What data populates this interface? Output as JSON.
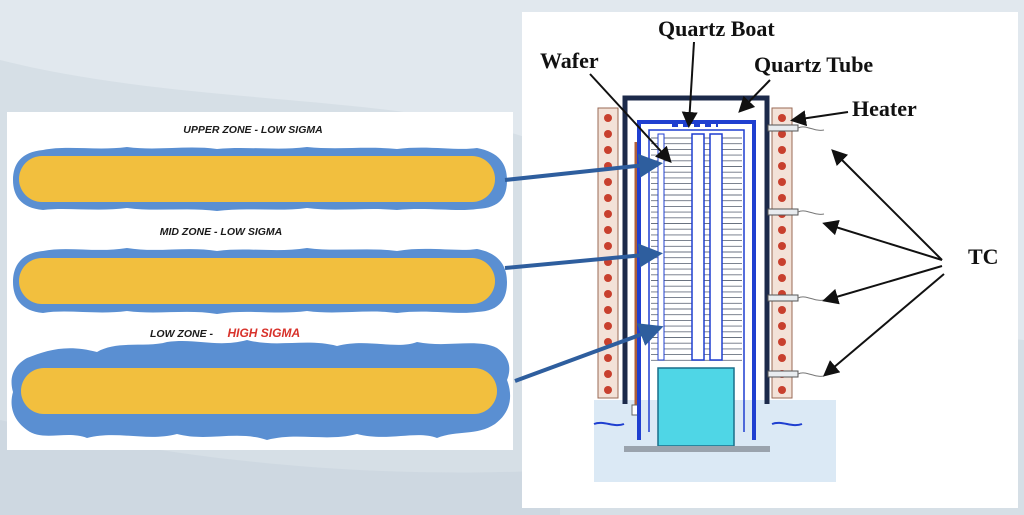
{
  "colors": {
    "wafer_fill": "#f2bf3e",
    "film_blue": "#5a8fd2",
    "arrow_blue": "#2e5e9e",
    "high_sigma_red": "#d8322b",
    "heater_coil": "#c8402e",
    "tube_navy": "#1c2a4a",
    "boat_blue": "#1f3fd0",
    "pedestal_cyan": "#4fd6e6"
  },
  "zones": {
    "upper": {
      "label": "UPPER ZONE - LOW SIGMA"
    },
    "mid": {
      "label": "MID ZONE - LOW SIGMA"
    },
    "low": {
      "label_prefix": "LOW ZONE -",
      "label_highlight": "HIGH SIGMA"
    }
  },
  "furnace": {
    "labels": {
      "quartz_boat": "Quartz Boat",
      "quartz_tube": "Quartz Tube",
      "wafer": "Wafer",
      "heater": "Heater",
      "tc": "TC"
    }
  }
}
